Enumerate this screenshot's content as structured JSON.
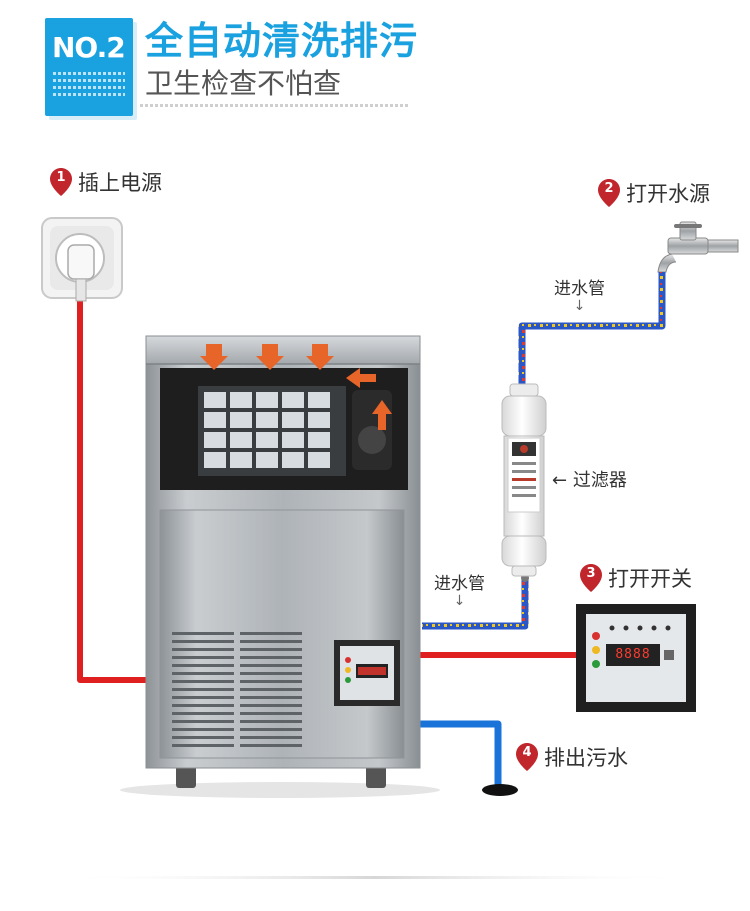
{
  "header": {
    "badge": "NO.2",
    "title": "全自动清洗排污",
    "subtitle": "卫生检查不怕查"
  },
  "steps": [
    {
      "num": "1",
      "label": "插上电源"
    },
    {
      "num": "2",
      "label": "打开水源"
    },
    {
      "num": "3",
      "label": "打开开关"
    },
    {
      "num": "4",
      "label": "排出污水"
    }
  ],
  "pipes": {
    "inlet_top": "进水管",
    "inlet_bottom": "进水管",
    "filter": "过滤器",
    "arrow_down": "↓",
    "arrow_left": "←"
  },
  "panel": {
    "display": "8888"
  },
  "colors": {
    "accent": "#1aa1df",
    "power_line": "#e02020",
    "drain_line": "#1a73d9",
    "pin": "#c0262c",
    "steel": "#a9aeb2"
  }
}
